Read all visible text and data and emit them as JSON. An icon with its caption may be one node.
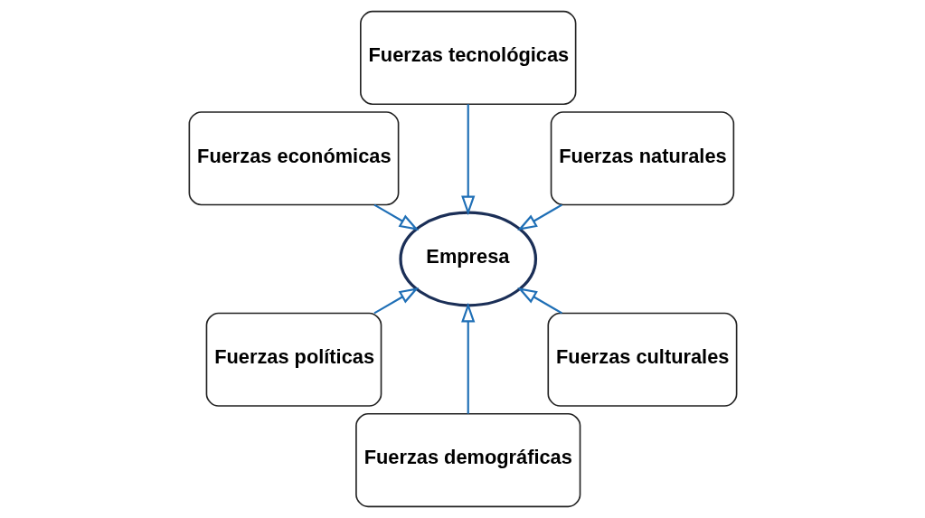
{
  "diagram": {
    "nodes": [
      {
        "text": [
          "Fuerzas naturales"
        ]
      },
      {
        "text": [
          "Fuerzas tecnológicas"
        ]
      },
      {
        "text": [
          "Fuerzas económicas"
        ]
      },
      {
        "text": [
          "Fuerzas políticas"
        ]
      },
      {
        "text": [
          "Fuerzas demográficas"
        ]
      },
      {
        "text": [
          "Empresa"
        ]
      },
      {
        "text": [
          "Fuerzas culturales"
        ]
      }
    ],
    "edges": [
      {
        "from": 0,
        "to": 5,
        "arrow": "to"
      },
      {
        "from": 1,
        "to": 5,
        "arrow": "to"
      },
      {
        "from": 2,
        "to": 5,
        "arrow": "to"
      },
      {
        "from": 3,
        "to": 5,
        "arrow": "to"
      },
      {
        "from": 4,
        "to": 5,
        "arrow": "to"
      },
      {
        "from": 6,
        "to": 5,
        "arrow": "to"
      }
    ]
  }
}
